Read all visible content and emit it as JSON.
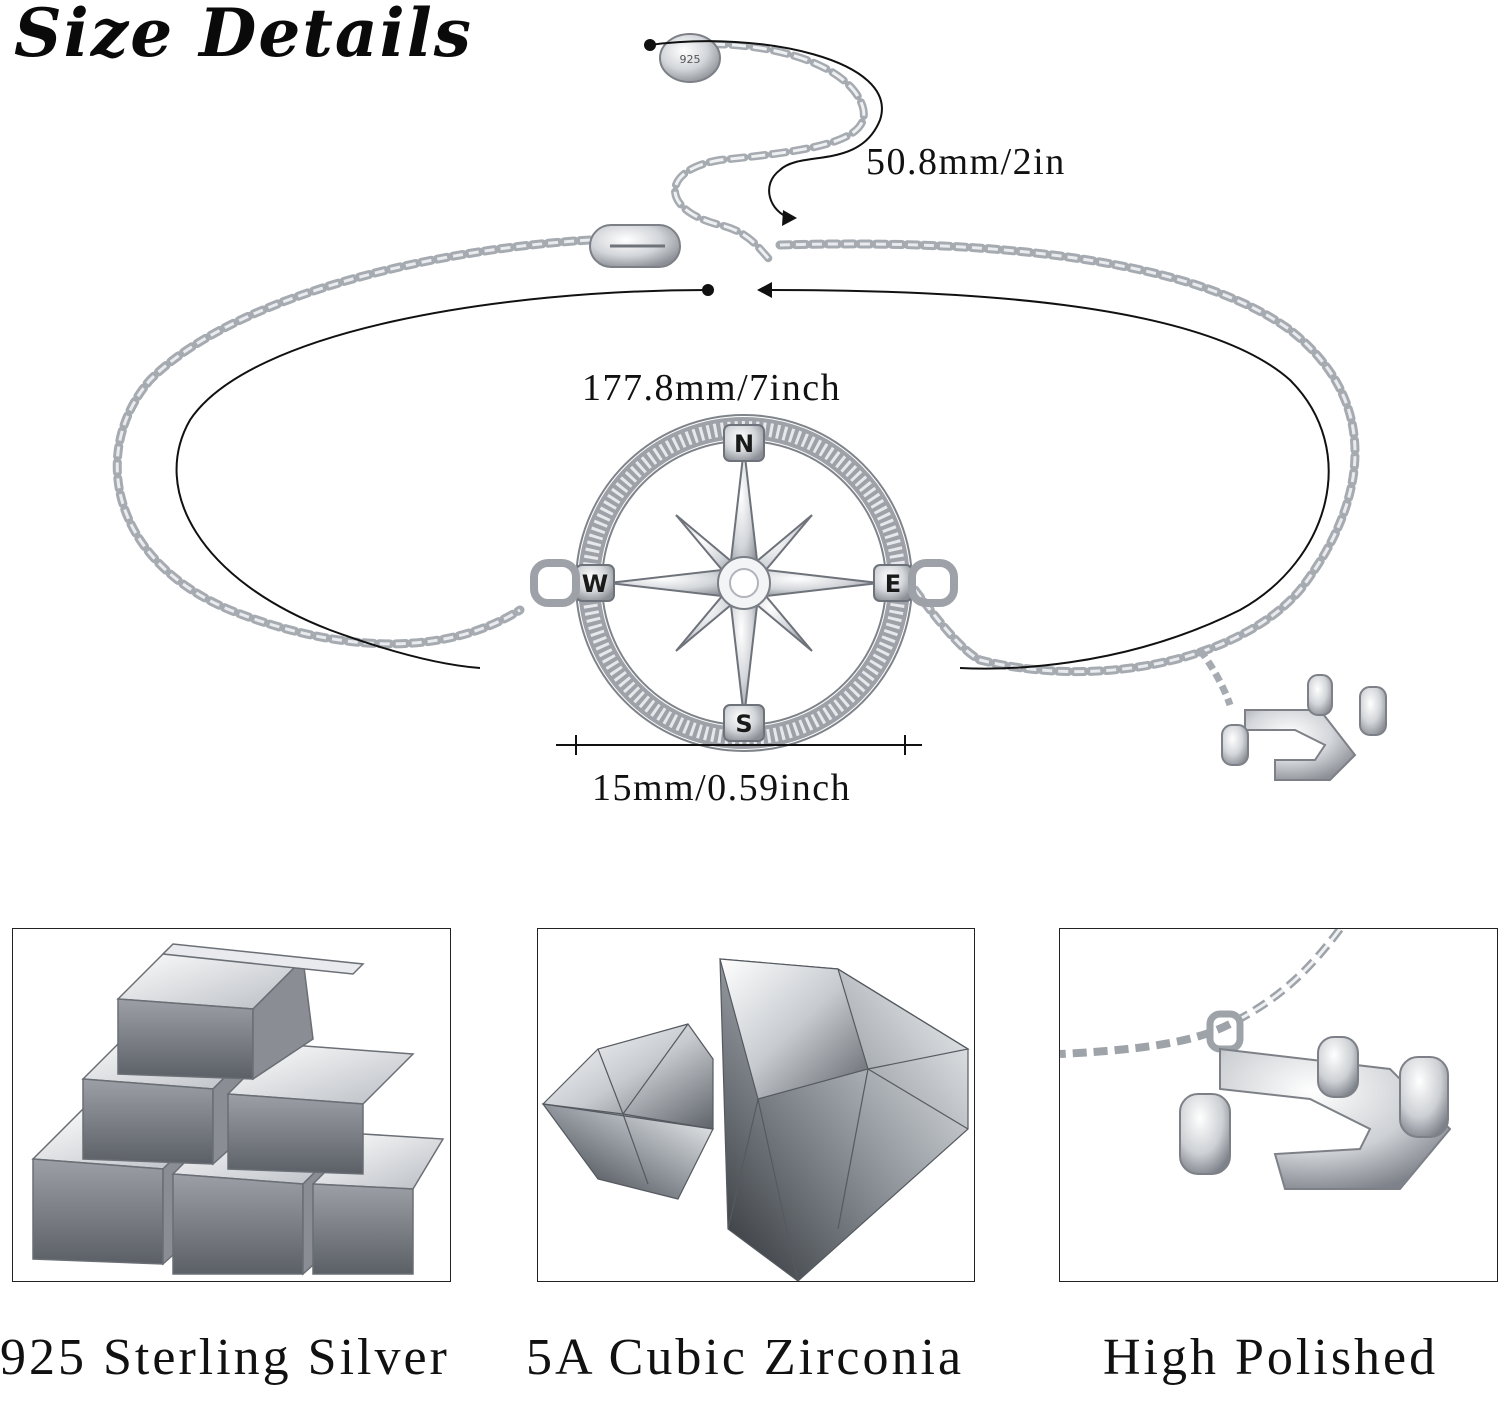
{
  "heading": "Size Details",
  "dimensions": {
    "chain_extension": "50.8mm/2in",
    "bracelet_length": "177.8mm/7inch",
    "compass_width": "15mm/0.59inch"
  },
  "compass_letters": {
    "north": "N",
    "south": "S",
    "east": "E",
    "west": "W"
  },
  "tag_stamp": "925",
  "features": [
    {
      "label": "925 Sterling Silver",
      "icon": "silver-bars-image"
    },
    {
      "label": "5A Cubic Zirconia",
      "icon": "diamond-image"
    },
    {
      "label": "High Polished",
      "icon": "anchor-closeup-image"
    }
  ],
  "colors": {
    "silver": "#c9ccd1",
    "silver_dark": "#8a8e94",
    "line": "#111111",
    "background": "#ffffff"
  }
}
